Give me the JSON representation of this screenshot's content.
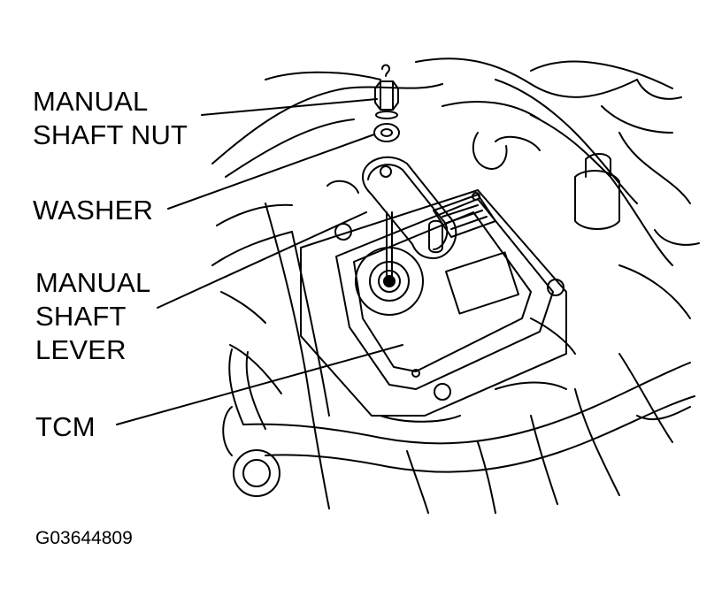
{
  "labels": {
    "manual_shaft_nut": [
      "MANUAL",
      "SHAFT NUT"
    ],
    "washer": "WASHER",
    "manual_shaft_lever": [
      "MANUAL",
      "SHAFT",
      "LEVER"
    ],
    "tcm": "TCM"
  },
  "figure_code": "G03644809",
  "colors": {
    "line": "#000000",
    "background": "#ffffff"
  }
}
